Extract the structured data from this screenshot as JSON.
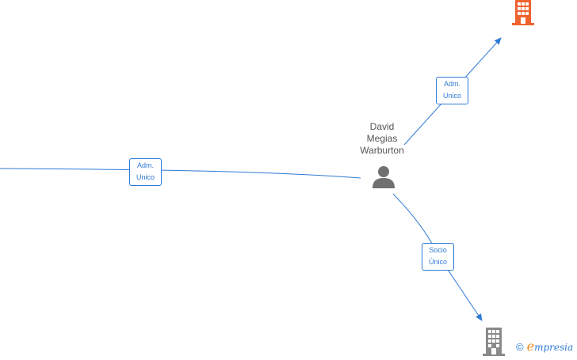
{
  "person": {
    "name_lines": [
      "David",
      "Megias",
      "Warburton"
    ],
    "icon": "person-icon"
  },
  "relations": [
    {
      "id": "left",
      "lines": [
        "Adm.",
        "Unico"
      ]
    },
    {
      "id": "top-right",
      "lines": [
        "Adm.",
        "Unico"
      ]
    },
    {
      "id": "bottom-right",
      "lines": [
        "Socio",
        "Único"
      ]
    }
  ],
  "companies": [
    {
      "id": "top-right",
      "icon": "building-icon",
      "color": "#f0622e"
    },
    {
      "id": "bottom-right",
      "icon": "building-icon",
      "color": "#8a8a8a"
    }
  ],
  "colors": {
    "edge": "#2f7ad6",
    "person": "#707070"
  },
  "footer": {
    "copyright": "©",
    "brand_initial": "e",
    "brand_rest": "mpresia"
  }
}
